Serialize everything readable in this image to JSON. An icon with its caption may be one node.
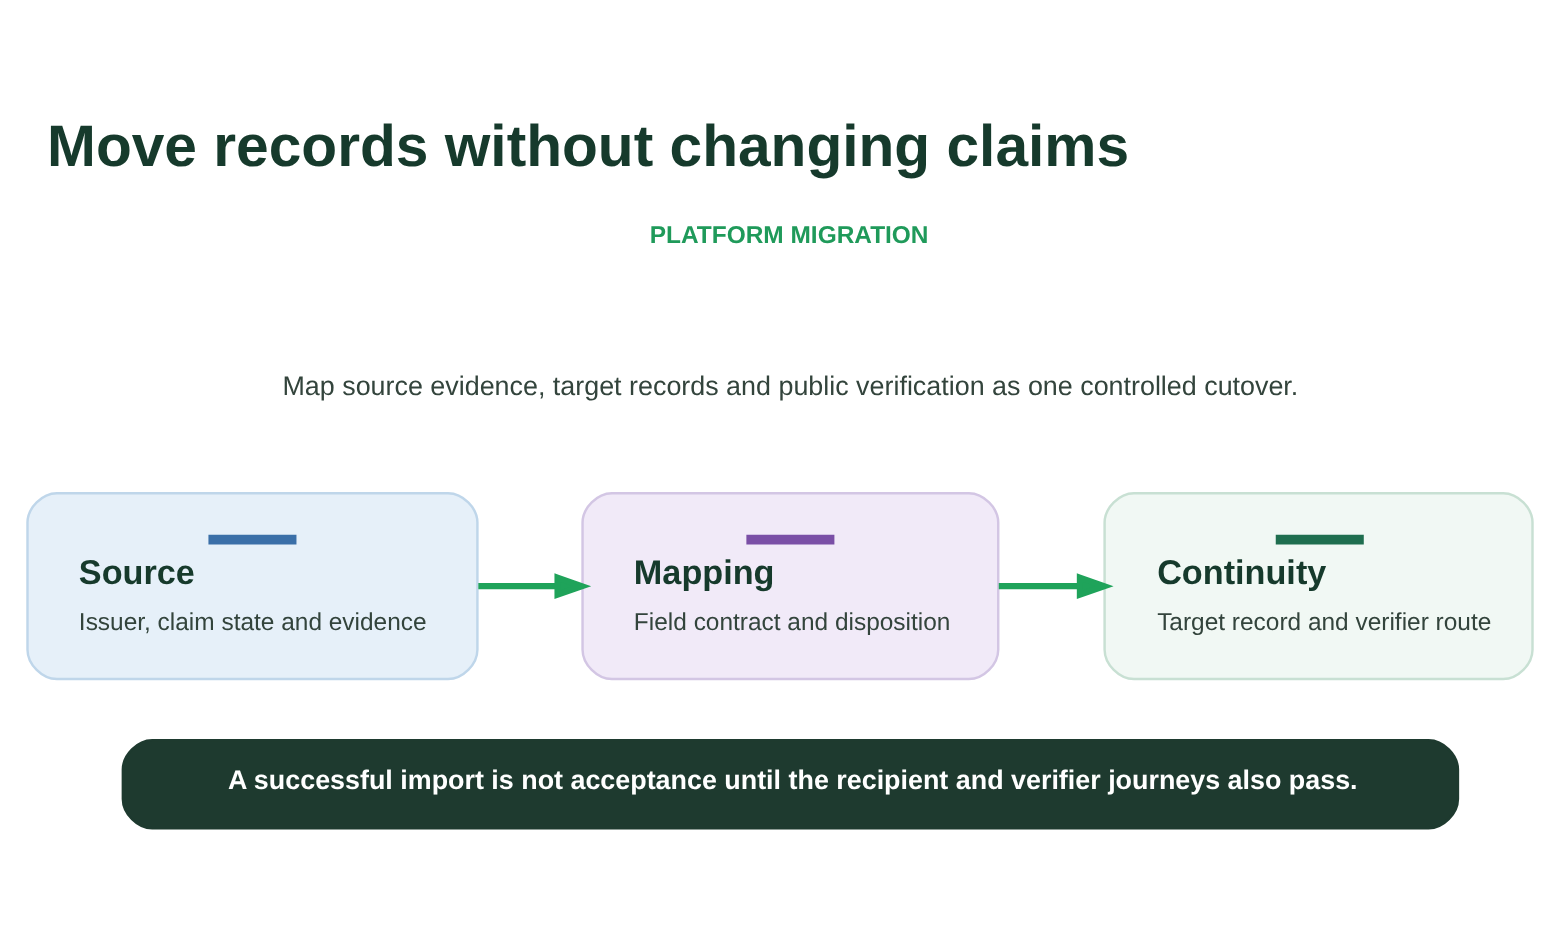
{
  "diagram": {
    "title": "Move records without changing claims",
    "nodes": [
      {
        "text": [
          "Source",
          "Issuer, claim state and evidence"
        ]
      },
      {
        "text": [
          "Mapping",
          "Field contract and disposition"
        ]
      },
      {
        "text": [
          "Continuity",
          "Target record and verifier route"
        ]
      },
      {
        "text": [
          "A successful import is not acceptance until the recipient and verifier journeys also pass."
        ]
      }
    ],
    "edges": [
      {
        "from": 0,
        "to": 1,
        "arrow": "to"
      },
      {
        "from": 1,
        "to": 2,
        "arrow": "to"
      }
    ],
    "labels": [
      "PLATFORM MIGRATION",
      "Map source evidence, target records and public verification as one controlled cutover."
    ]
  }
}
